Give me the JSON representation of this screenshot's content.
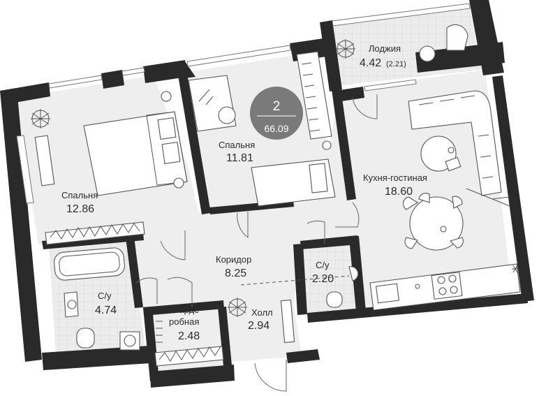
{
  "badge": {
    "rooms": "2",
    "total_area": "66.09",
    "color": "#7a7a7a"
  },
  "rooms": {
    "bedroom1": {
      "name": "Спальня",
      "area": "12.86"
    },
    "bedroom2": {
      "name": "Спальня",
      "area": "11.81"
    },
    "kitchen": {
      "name": "Кухня-гостиная",
      "area": "18.60"
    },
    "loggia": {
      "name": "Лоджия",
      "area": "4.42",
      "area_reduced": "(2.21)"
    },
    "corridor": {
      "name": "Коридор",
      "area": "8.25"
    },
    "bath_large": {
      "name": "С/у",
      "area": "4.74"
    },
    "bath_small": {
      "name": "С/у",
      "area": "2.20"
    },
    "wardrobe": {
      "name_line1": "Гарде-",
      "name_line2": "робная",
      "area": "2.48"
    },
    "hall": {
      "name": "Холл",
      "area": "2.94"
    }
  },
  "colors": {
    "wall": "#2a2a2a",
    "floor": "#eeeeee",
    "furniture_stroke": "#555555"
  }
}
